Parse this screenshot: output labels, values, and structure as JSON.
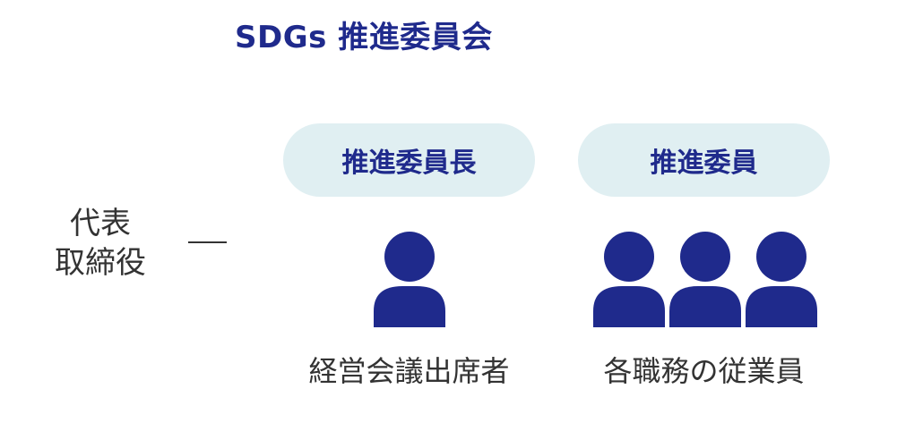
{
  "title": "SDGs 推進委員会",
  "director": {
    "line1": "代表",
    "line2": "取締役"
  },
  "roles": [
    {
      "label": "推進委員長",
      "caption": "経営会議出席者",
      "people_count": 1
    },
    {
      "label": "推進委員",
      "caption": "各職務の従業員",
      "people_count": 3
    }
  ],
  "colors": {
    "accent": "#1f2a8c",
    "pill_bg": "#e0eff2",
    "text": "#333333"
  },
  "icons": {
    "person": "person-icon"
  }
}
